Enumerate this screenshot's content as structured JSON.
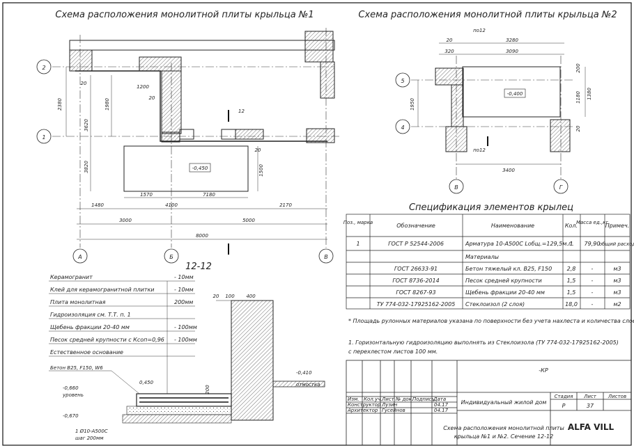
{
  "plan1": {
    "title": "Схема расположения монолитной плиты крыльца №1",
    "axes_rows": [
      "2",
      "1"
    ],
    "axes_cols": [
      "А",
      "Б",
      "В"
    ],
    "dims_left": [
      "2380",
      "3820",
      "1980",
      "3620",
      "20"
    ],
    "dims_bottom_row1": [
      "1480",
      "1570",
      "4100",
      "7180",
      "2170"
    ],
    "dims_bottom_row2": [
      "3000",
      "5000"
    ],
    "dims_bottom_row3": "8000",
    "dims_inner": [
      "1200",
      "20",
      "20",
      "1500"
    ],
    "level": "-0,450",
    "cut_label": "12"
  },
  "plan2": {
    "title": "Схема расположения монолитной плиты крыльца №2",
    "axes_rows": [
      "5",
      "4"
    ],
    "axes_cols": [
      "В",
      "Г"
    ],
    "dims_top": [
      "20",
      "3280",
      "320",
      "3090",
      "по12"
    ],
    "dims_left": "1950",
    "dims_right": [
      "200",
      "1180",
      "1380",
      "20"
    ],
    "dims_bottom": "3400",
    "level": "-0,400",
    "cut_label": "по12"
  },
  "section": {
    "title": "12-12",
    "layers": [
      {
        "name": "Керамогранит",
        "thickness": "- 10мм"
      },
      {
        "name": "Клей для керамогранитной плитки",
        "thickness": "- 10мм"
      },
      {
        "name": "Плита монолитная",
        "thickness": "200мм"
      },
      {
        "name": "Гидроизоляция см. Т.Т. п. 1",
        "thickness": ""
      },
      {
        "name": "Щебень фракции 20-40 мм",
        "thickness": "- 100мм"
      },
      {
        "name": "Песок средней крупности с Ксоп=0,96",
        "thickness": "- 100мм"
      },
      {
        "name": "Естественное основание",
        "thickness": ""
      }
    ],
    "concrete_label": "Бетон В25, F150, W6",
    "rebar_label": "1 Ø10-А500С",
    "rebar_step": "шаг 200мм",
    "levels": [
      "0,450",
      "-0,660",
      "-0,670",
      "-0,410"
    ],
    "level_notes": [
      "уровень",
      "отмостка"
    ],
    "dims_top": [
      "20",
      "100",
      "400"
    ],
    "dims_right": [
      "200"
    ]
  },
  "spec": {
    "title": "Спецификация элементов крылец",
    "headers": [
      "Поз., марка",
      "Обозначение",
      "Наименование",
      "Кол.",
      "Масса ед.,кг",
      "Примеч."
    ],
    "rows": [
      [
        "1",
        "ГОСТ Р 52544-2006",
        "Арматура 10-А500С  Lобщ.=129,5м.п.",
        "1",
        "79,90",
        "общий расход"
      ],
      [
        "",
        "",
        "Материалы",
        "",
        "",
        ""
      ],
      [
        "",
        "ГОСТ 26633-91",
        "Бетон тяжелый кл. В25, F150",
        "2,8",
        "-",
        "м3"
      ],
      [
        "",
        "ГОСТ 8736-2014",
        "Песок средней крупности",
        "1,5",
        "-",
        "м3"
      ],
      [
        "",
        "ГОСТ 8267-93",
        "Щебень фракции 20-40 мм",
        "1,5",
        "-",
        "м3"
      ],
      [
        "",
        "ТУ 774-032-17925162-2005",
        "Стеклоизол (2 слоя)",
        "18,0",
        "-",
        "м2"
      ]
    ],
    "footnote": "* Площадь рулонных материалов указана по поверхности без учета нахлеста и количества слоев"
  },
  "notes": {
    "line1": "1. Горизонтальную гидроизоляцию выполнять из Стеклоизола (ТУ 774-032-17925162-2005)",
    "line2": "с перехлестом листов 100 мм."
  },
  "stamp": {
    "code": "-КР",
    "project": "Индивидуальный жилой дом",
    "headers": [
      "Изм.",
      "Кол.уч.",
      "Лист",
      "№ док.",
      "Подпись",
      "Дата"
    ],
    "people": [
      {
        "role": "Конструктор",
        "name": "Лузин",
        "date": "04.17"
      },
      {
        "role": "Архитектор",
        "name": "Гусейнов",
        "date": "04.17"
      }
    ],
    "stage_label": "Стадия",
    "sheet_label": "Лист",
    "sheets_label": "Листов",
    "stage": "Р",
    "sheet": "37",
    "sheets": "",
    "drawing_title_1": "Схема расположения монолитной плиты",
    "drawing_title_2": "крыльца №1 и №2. Сечение 12-12",
    "logo": "ALFA VILL"
  }
}
